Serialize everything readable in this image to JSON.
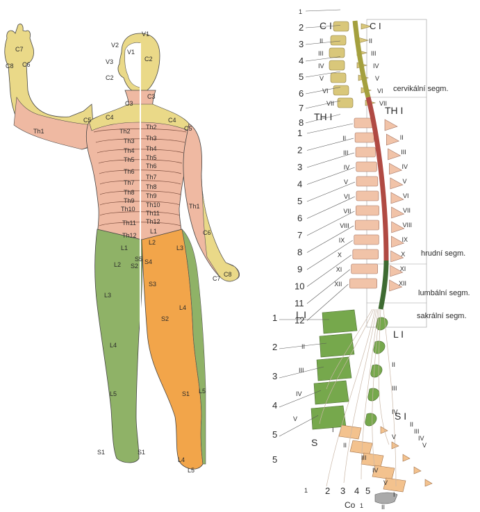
{
  "colors": {
    "cervical": "#ead988",
    "thoracic": "#efb9a2",
    "lumbar": "#8fb267",
    "sacral": "#f2a54a",
    "lumbar_vertebra": "#76a84c",
    "cord_upper": "#a4a03e",
    "cord_thoracic": "#b04a43",
    "cord_lumbar": "#3e6b32",
    "vertebra_cervical": "#d9c77a",
    "vertebra_thoracic": "#f1c3a8",
    "vertebra_sacral": "#f3c28e",
    "ink": "#222222",
    "label": "#2a2a2a"
  },
  "left_figure": {
    "labels": [
      {
        "id": "v1",
        "text": "V1"
      },
      {
        "id": "v2",
        "text": "V2"
      },
      {
        "id": "v1b",
        "text": "V1"
      },
      {
        "id": "v3",
        "text": "V3"
      },
      {
        "id": "c2a",
        "text": "C2"
      },
      {
        "id": "c2b",
        "text": "C2"
      },
      {
        "id": "c3a",
        "text": "C3"
      },
      {
        "id": "c3b",
        "text": "C3"
      },
      {
        "id": "c4a",
        "text": "C4"
      },
      {
        "id": "c4b",
        "text": "C4"
      },
      {
        "id": "c5a",
        "text": "C5"
      },
      {
        "id": "c5b",
        "text": "C5"
      },
      {
        "id": "c6a",
        "text": "C6"
      },
      {
        "id": "c7a",
        "text": "C7"
      },
      {
        "id": "c8a",
        "text": "C8"
      },
      {
        "id": "c6b",
        "text": "C6"
      },
      {
        "id": "c7b",
        "text": "C7"
      },
      {
        "id": "c8b",
        "text": "C8"
      },
      {
        "id": "th1a",
        "text": "Th1"
      },
      {
        "id": "th1b",
        "text": "Th1"
      },
      {
        "id": "th2a",
        "text": "Th2"
      },
      {
        "id": "th2b",
        "text": "Th2"
      },
      {
        "id": "th3a",
        "text": "Th3"
      },
      {
        "id": "th3b",
        "text": "Th3"
      },
      {
        "id": "th4a",
        "text": "Th4"
      },
      {
        "id": "th4b",
        "text": "Th4"
      },
      {
        "id": "th5a",
        "text": "Th5"
      },
      {
        "id": "th5b",
        "text": "Th5"
      },
      {
        "id": "th6a",
        "text": "Th6"
      },
      {
        "id": "th6b",
        "text": "Th6"
      },
      {
        "id": "th7a",
        "text": "Th7"
      },
      {
        "id": "th7b",
        "text": "Th7"
      },
      {
        "id": "th8a",
        "text": "Th8"
      },
      {
        "id": "th8b",
        "text": "Th8"
      },
      {
        "id": "th9a",
        "text": "Th9"
      },
      {
        "id": "th9b",
        "text": "Th9"
      },
      {
        "id": "th10a",
        "text": "Th10"
      },
      {
        "id": "th10b",
        "text": "Th10"
      },
      {
        "id": "th11a",
        "text": "Th11"
      },
      {
        "id": "th11b",
        "text": "Th11"
      },
      {
        "id": "th12a",
        "text": "Th12"
      },
      {
        "id": "th12b",
        "text": "Th12"
      },
      {
        "id": "l1a",
        "text": "L1"
      },
      {
        "id": "l1b",
        "text": "L1"
      },
      {
        "id": "l2a",
        "text": "L2"
      },
      {
        "id": "l2b",
        "text": "L2"
      },
      {
        "id": "l3a",
        "text": "L3"
      },
      {
        "id": "l3b",
        "text": "L3"
      },
      {
        "id": "l4a",
        "text": "L4"
      },
      {
        "id": "l4b",
        "text": "L4"
      },
      {
        "id": "l4c",
        "text": "L4"
      },
      {
        "id": "l5a",
        "text": "L5"
      },
      {
        "id": "l5b",
        "text": "L5"
      },
      {
        "id": "l5c",
        "text": "L5"
      },
      {
        "id": "s1a",
        "text": "S1"
      },
      {
        "id": "s1b",
        "text": "S1"
      },
      {
        "id": "s1c",
        "text": "S1"
      },
      {
        "id": "s2a",
        "text": "S2"
      },
      {
        "id": "s2b",
        "text": "S2"
      },
      {
        "id": "s3a",
        "text": "S3"
      },
      {
        "id": "s4a",
        "text": "S4"
      },
      {
        "id": "s5a",
        "text": "S5"
      }
    ]
  },
  "spine": {
    "cervical_numbers": [
      "1",
      "2",
      "3",
      "4",
      "5",
      "6",
      "7",
      "8"
    ],
    "cervical_vertebrae": [
      "C I",
      "II",
      "III",
      "IV",
      "V",
      "VI",
      "VII"
    ],
    "cervical_right": [
      "C I",
      "II",
      "III",
      "IV",
      "V",
      "VI",
      "VII"
    ],
    "thoracic_numbers": [
      "1",
      "2",
      "3",
      "4",
      "5",
      "6",
      "7",
      "8",
      "9",
      "10",
      "11",
      "12"
    ],
    "thoracic_vertebrae": [
      "TH I",
      "II",
      "III",
      "IV",
      "V",
      "VI",
      "VII",
      "VIII",
      "IX",
      "X",
      "XI",
      "XII"
    ],
    "thoracic_right": [
      "TH I",
      "II",
      "III",
      "IV",
      "V",
      "VI",
      "VII",
      "VIII",
      "IX",
      "X",
      "XI",
      "XII"
    ],
    "lumbar_numbers": [
      "1",
      "2",
      "3",
      "4",
      "5"
    ],
    "lumbar_vertebrae": [
      "L I",
      "II",
      "III",
      "IV",
      "V"
    ],
    "lumbar_right": [
      "L I",
      "II",
      "III",
      "IV",
      "V"
    ],
    "sacral_letter": "S",
    "sacral_vertebrae": [
      "I",
      "II",
      "III",
      "IV",
      "V"
    ],
    "sacral_right": [
      "S I",
      "II",
      "III",
      "IV",
      "V"
    ],
    "sacral_bottom_numbers": [
      "1",
      "2",
      "3",
      "4",
      "5"
    ],
    "coccyx": "Co",
    "coccyx_numbers": [
      "1",
      "I",
      "II"
    ],
    "segment_labels": {
      "cervical": "cervikální segm.",
      "thoracic": "hrudní segm.",
      "lumbar": "lumbální segm.",
      "sacral": "sakrální segm."
    }
  }
}
